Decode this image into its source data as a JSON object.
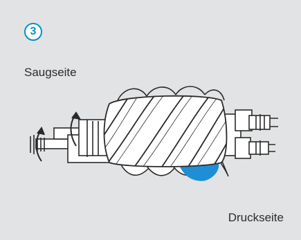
{
  "step": {
    "number": "3"
  },
  "labels": {
    "suction_side": "Saugseite",
    "pressure_side": "Druckseite"
  },
  "colors": {
    "panel_background": "#e2e3e4",
    "accent_blue": "#0092cf",
    "highlight_blue": "#1e8fd6",
    "line_dark": "#2a2a2a"
  },
  "illustration": {
    "icon": "screw-compressor-rotors-icon"
  }
}
